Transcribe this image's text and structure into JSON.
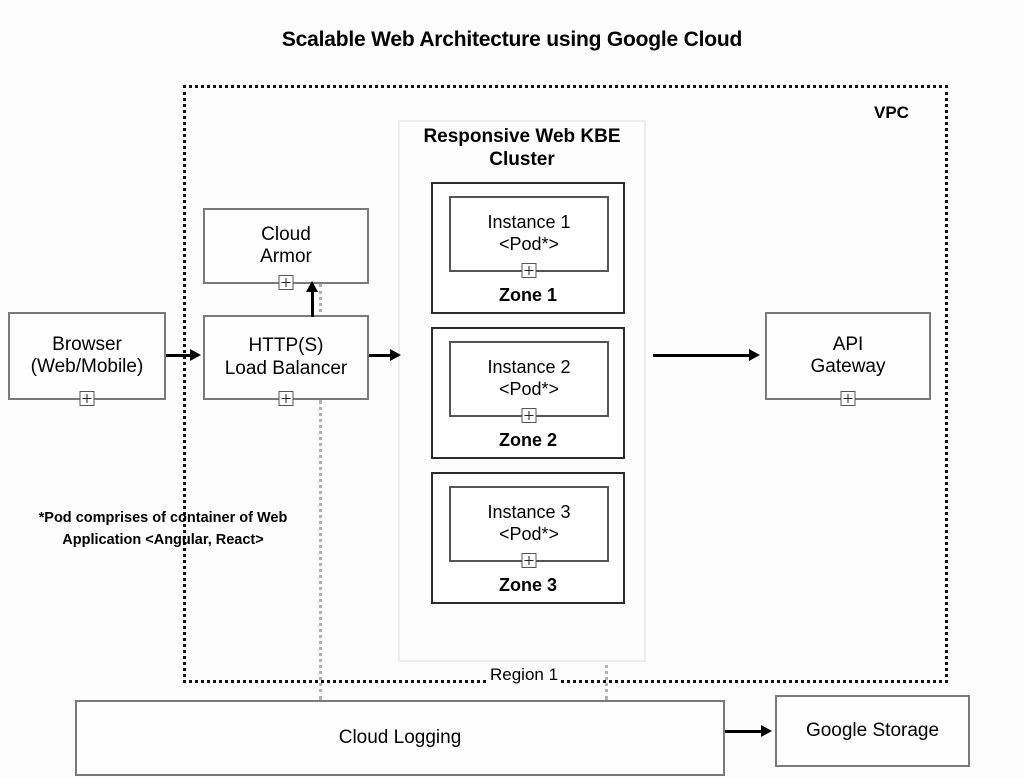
{
  "title": "Scalable Web Architecture using Google Cloud",
  "vpc": {
    "label": "VPC",
    "region_label": "Region 1"
  },
  "nodes": {
    "browser": {
      "line1": "Browser",
      "line2": "(Web/Mobile)",
      "handle": "expand-handle"
    },
    "cloud_armor": {
      "line1": "Cloud",
      "line2": "Armor",
      "handle": "expand-handle"
    },
    "load_balancer": {
      "line1": "HTTP(S)",
      "line2": "Load Balancer",
      "handle": "expand-handle"
    },
    "api_gateway": {
      "line1": "API",
      "line2": "Gateway",
      "handle": "expand-handle"
    },
    "cloud_logging": {
      "line1": "Cloud Logging"
    },
    "google_storage": {
      "line1": "Google Storage"
    }
  },
  "cluster": {
    "title_line1": "Responsive Web",
    "title_line2": "KBE Cluster",
    "zones": [
      {
        "instance": "Instance 1",
        "pod": "<Pod*>",
        "label": "Zone 1"
      },
      {
        "instance": "Instance 2",
        "pod": "<Pod*>",
        "label": "Zone 2"
      },
      {
        "instance": "Instance 3",
        "pod": "<Pod*>",
        "label": "Zone 3"
      }
    ]
  },
  "footnote": {
    "line1": "*Pod comprises of container of",
    "line2": "Web Application <Angular, React>"
  },
  "colors": {
    "background": "#fdfdfd",
    "node_border": "#7a7a7a",
    "zone_border": "#2b2b2b",
    "cluster_border": "#ececec",
    "vpc_border": "#111111",
    "connector": "#000000",
    "dotted_connector": "#b0b0b0",
    "text": "#000000"
  }
}
